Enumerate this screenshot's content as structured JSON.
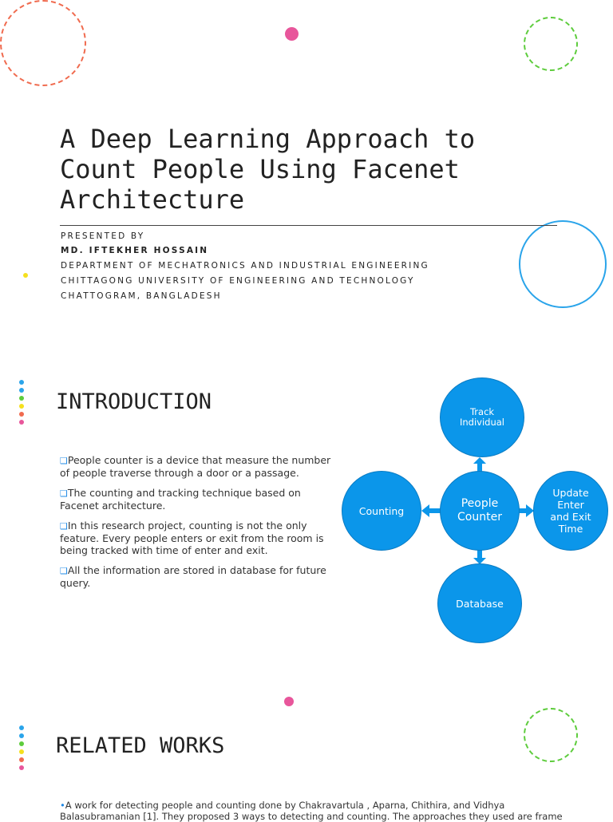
{
  "slide1": {
    "title": "A Deep Learning Approach to Count People Using Facenet Architecture",
    "presented_by": "PRESENTED BY",
    "author": "MD. IFTEKHER HOSSAIN",
    "department": "DEPARTMENT OF MECHATRONICS AND INDUSTRIAL ENGINEERING",
    "university": "CHITTAGONG UNIVERSITY OF ENGINEERING AND TECHNOLOGY",
    "location": "CHATTOGRAM, BANGLADESH"
  },
  "slide2": {
    "heading": "INTRODUCTION",
    "bullets": [
      "People counter is a device that measure the number of people traverse through a door or a passage.",
      "The counting and tracking technique based on Facenet architecture.",
      "In this research project, counting is not the only feature. Every people enters or exit from the room is being tracked with time of enter and exit.",
      "All the information are stored in database for future query."
    ],
    "diagram": {
      "center": "People Counter",
      "top": "Track Individual",
      "left": "Counting",
      "right": "Update Enter and Exit Time",
      "bottom": "Database"
    }
  },
  "slide3": {
    "heading": "RELATED WORKS",
    "text": "A work for detecting people and counting done by Chakravartula , Aparna, Chithira, and Vidhya Balasubramanian [1]. They proposed 3 ways to detecting and counting. The approaches they used are frame"
  },
  "colors": {
    "accent_blue": "#0b96ea",
    "orange": "#f06b4f",
    "green": "#5dcc3c",
    "pink": "#e8569b",
    "blue_ring": "#2aa4ea",
    "yellow": "#f5e01e"
  }
}
